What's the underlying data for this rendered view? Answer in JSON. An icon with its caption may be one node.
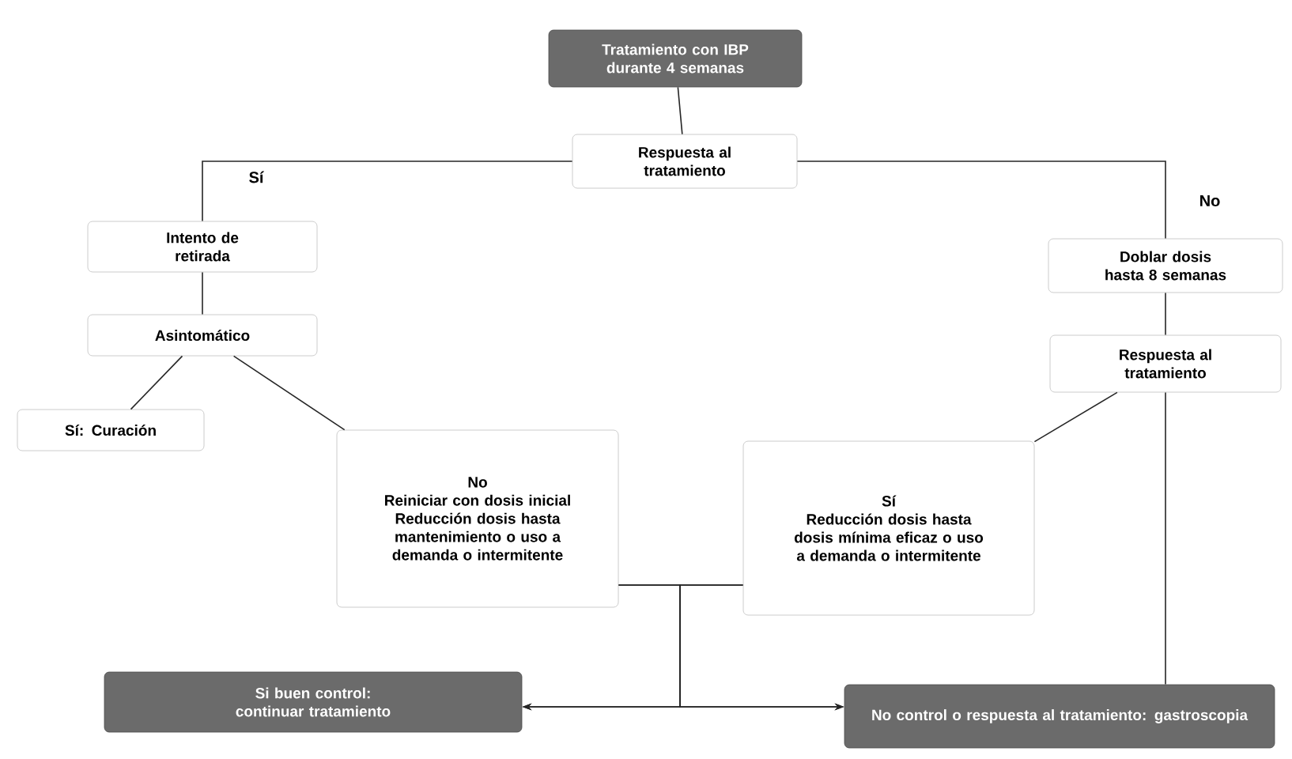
{
  "diagram": {
    "nodes": [
      {
        "text": [
          "Tratamiento con IBP durante 4 semanas"
        ]
      },
      {
        "text": [
          "Respuesta al tratamiento"
        ]
      },
      {
        "text": [
          "Intento de retirada"
        ]
      },
      {
        "text": [
          "Asintomático"
        ]
      },
      {
        "text": [
          "Sí: Curación"
        ]
      },
      {
        "text": [
          "No",
          "Reiniciar con dosis inicial",
          "Reducción dosis hasta mantenimiento o uso a demanda o intermitente"
        ]
      },
      {
        "text": [
          "Doblar dosis hasta 8 semanas"
        ]
      },
      {
        "text": [
          "Respuesta al tratamiento"
        ]
      },
      {
        "text": [
          "Sí",
          "Reducción dosis hasta dosis mínima eficaz o uso a demanda o intermitente"
        ]
      },
      {
        "text": [
          "Si buen control: continuar tratamiento"
        ]
      },
      {
        "text": [
          "No control o respuesta al tratamiento: gastroscopia"
        ]
      }
    ],
    "edges": [
      {
        "from": 0,
        "to": 1,
        "arrow": "none"
      },
      {
        "from": 1,
        "to": 2,
        "arrow": "none",
        "label": "Sí"
      },
      {
        "from": 1,
        "to": 6,
        "arrow": "none",
        "label": "No"
      },
      {
        "from": 2,
        "to": 3,
        "arrow": "none"
      },
      {
        "from": 3,
        "to": 4,
        "arrow": "none"
      },
      {
        "from": 3,
        "to": 5,
        "arrow": "none"
      },
      {
        "from": 6,
        "to": 7,
        "arrow": "none"
      },
      {
        "from": 7,
        "to": 8,
        "arrow": "none"
      },
      {
        "from": 7,
        "to": 10,
        "arrow": "none"
      },
      {
        "from": 5,
        "to": 9,
        "arrow": "to"
      },
      {
        "from": 5,
        "to": 10,
        "arrow": "to"
      },
      {
        "from": 8,
        "to": 9,
        "arrow": "to"
      },
      {
        "from": 8,
        "to": 10,
        "arrow": "to"
      }
    ]
  }
}
